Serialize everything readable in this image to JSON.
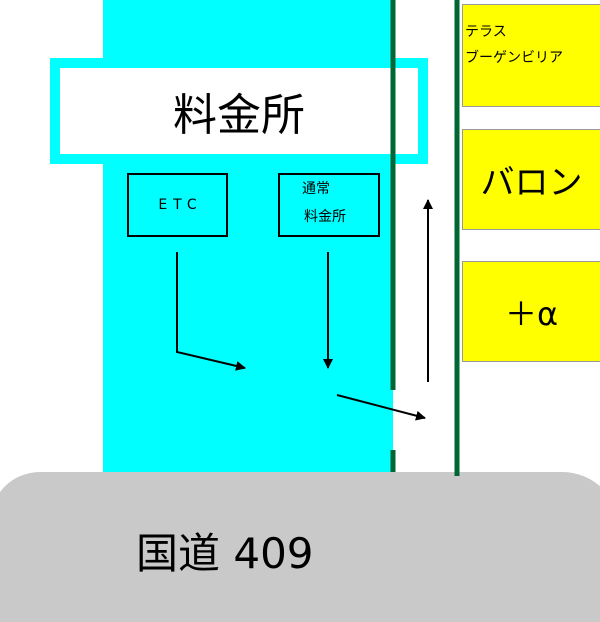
{
  "tollbooth": {
    "label": "料金所"
  },
  "lanes": {
    "etc": {
      "label": "ETC"
    },
    "normal": {
      "line1": "通常",
      "line2": "料金所"
    }
  },
  "signs": {
    "terrace": {
      "line1": "テラス",
      "line2": "ブーゲンビリア"
    },
    "balloon": {
      "label": "バロン"
    },
    "plus": {
      "label": "＋α"
    }
  },
  "road": {
    "label": "国道 409"
  },
  "colors": {
    "plaza": "#00ffff",
    "sign": "#ffff00",
    "divider": "#006633",
    "road": "#c9c9c9"
  }
}
